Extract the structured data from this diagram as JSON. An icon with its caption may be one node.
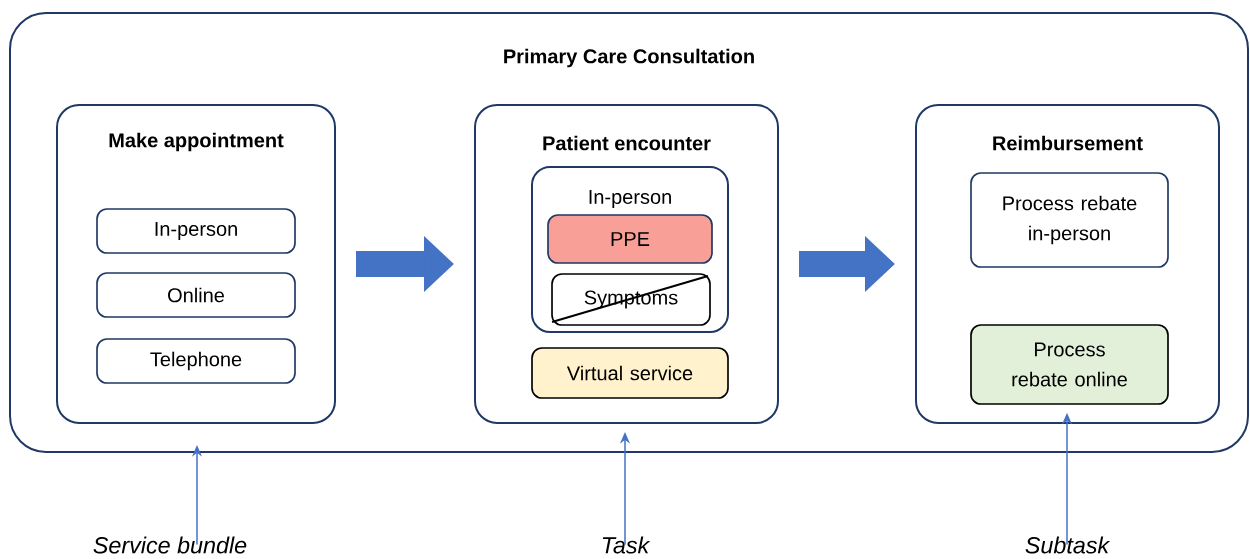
{
  "diagram": {
    "nodes": [
      {
        "text": [
          "Primary Care Consultation"
        ]
      },
      {
        "text": [
          "Make appointment"
        ],
        "in": 0
      },
      {
        "text": [
          "In-person"
        ],
        "in": 1
      },
      {
        "text": [
          "Online"
        ],
        "in": 1
      },
      {
        "text": [
          "Telephone"
        ],
        "in": 1
      },
      {
        "text": [
          "Patient encounter"
        ],
        "in": 0
      },
      {
        "text": [
          "In-person"
        ],
        "in": 5
      },
      {
        "text": [
          "PPE"
        ],
        "in": 6
      },
      {
        "text": [
          "Symptoms"
        ],
        "in": 6
      },
      {
        "text": [
          "Virtual service"
        ],
        "in": 5
      },
      {
        "text": [
          "Reimbursement"
        ],
        "in": 0
      },
      {
        "text": [
          "Process rebate in-person"
        ],
        "in": 10
      },
      {
        "text": [
          "Process rebate online"
        ],
        "in": 10
      },
      {
        "text": [
          "Service bundle"
        ]
      },
      {
        "text": [
          "Task"
        ]
      },
      {
        "text": [
          "Subtask"
        ]
      }
    ],
    "edges": [
      {
        "from": 1,
        "to": 5,
        "arrow": "to",
        "style": "thick"
      },
      {
        "from": 5,
        "to": 10,
        "arrow": "to",
        "style": "thick"
      },
      {
        "from": 13,
        "to": 0,
        "arrow": "to"
      },
      {
        "from": 14,
        "to": 5,
        "arrow": "to"
      },
      {
        "from": 15,
        "to": 12,
        "arrow": "to"
      }
    ]
  }
}
